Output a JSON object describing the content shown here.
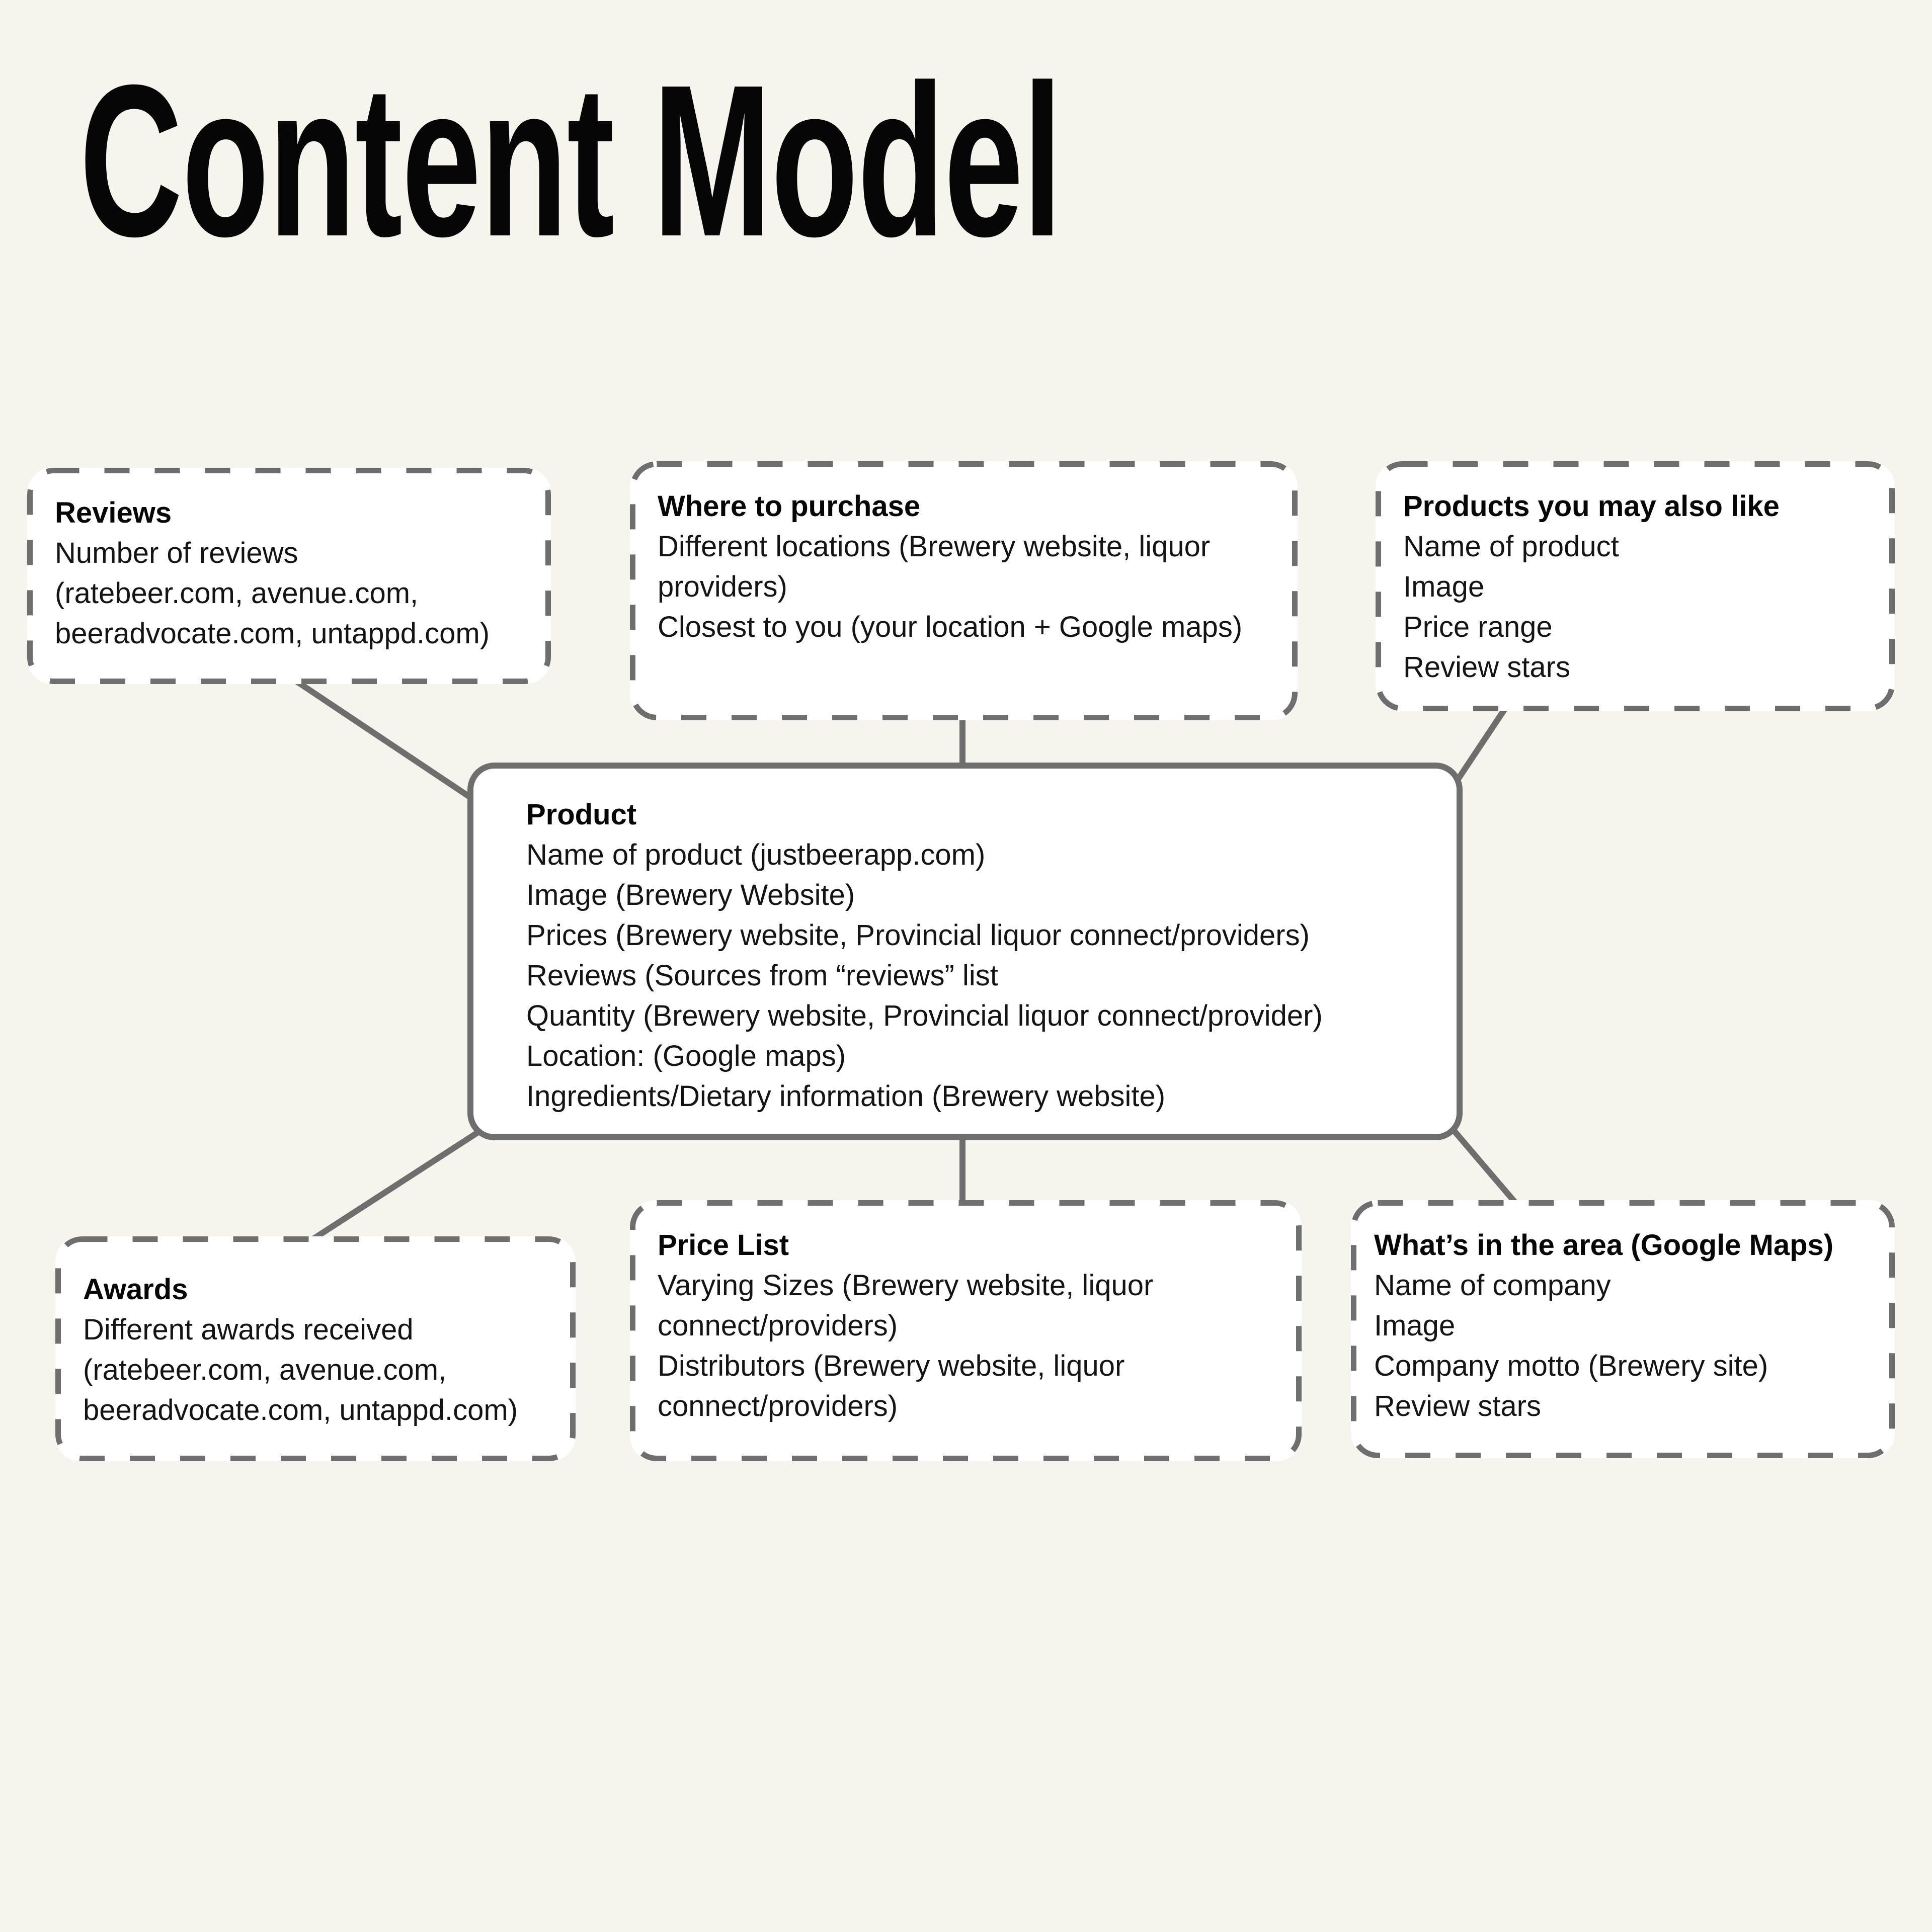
{
  "theme": {
    "background": "#F6F4ED",
    "box_bg": "#FFFFFF",
    "line": "#6E6E6E",
    "text": "#141414",
    "title_color": "#060606"
  },
  "page_title": "Content Model",
  "boxes": {
    "reviews": {
      "title": "Reviews",
      "items": [
        "Number of reviews",
        "(ratebeer.com, avenue.com, beeradvocate.com, untappd.com)"
      ]
    },
    "where_to_purchase": {
      "title": "Where to purchase",
      "items": [
        "Different locations (Brewery website, liquor providers)",
        "Closest to you (your location + Google maps)"
      ]
    },
    "products_you_may_also_like": {
      "title": "Products you may also like",
      "items": [
        "Name of product",
        "Image",
        "Price range",
        "Review stars"
      ]
    },
    "product": {
      "title": "Product",
      "items": [
        "Name of product (justbeerapp.com)",
        "Image (Brewery Website)",
        "Prices (Brewery website, Provincial liquor connect/providers)",
        "Reviews (Sources from “reviews” list",
        "Quantity (Brewery website, Provincial liquor connect/provider)",
        "Location: (Google maps)",
        "Ingredients/Dietary information (Brewery website)"
      ]
    },
    "awards": {
      "title": "Awards",
      "items": [
        "Different awards received",
        "(ratebeer.com, avenue.com, beeradvocate.com, untappd.com)"
      ]
    },
    "price_list": {
      "title": "Price List",
      "items": [
        "Varying Sizes (Brewery website, liquor connect/providers)",
        "Distributors (Brewery website, liquor connect/providers)"
      ]
    },
    "whats_in_the_area": {
      "title": "What’s in the area (Google Maps)",
      "items": [
        "Name of company",
        "Image",
        "Company motto (Brewery site)",
        "Review stars"
      ]
    }
  }
}
